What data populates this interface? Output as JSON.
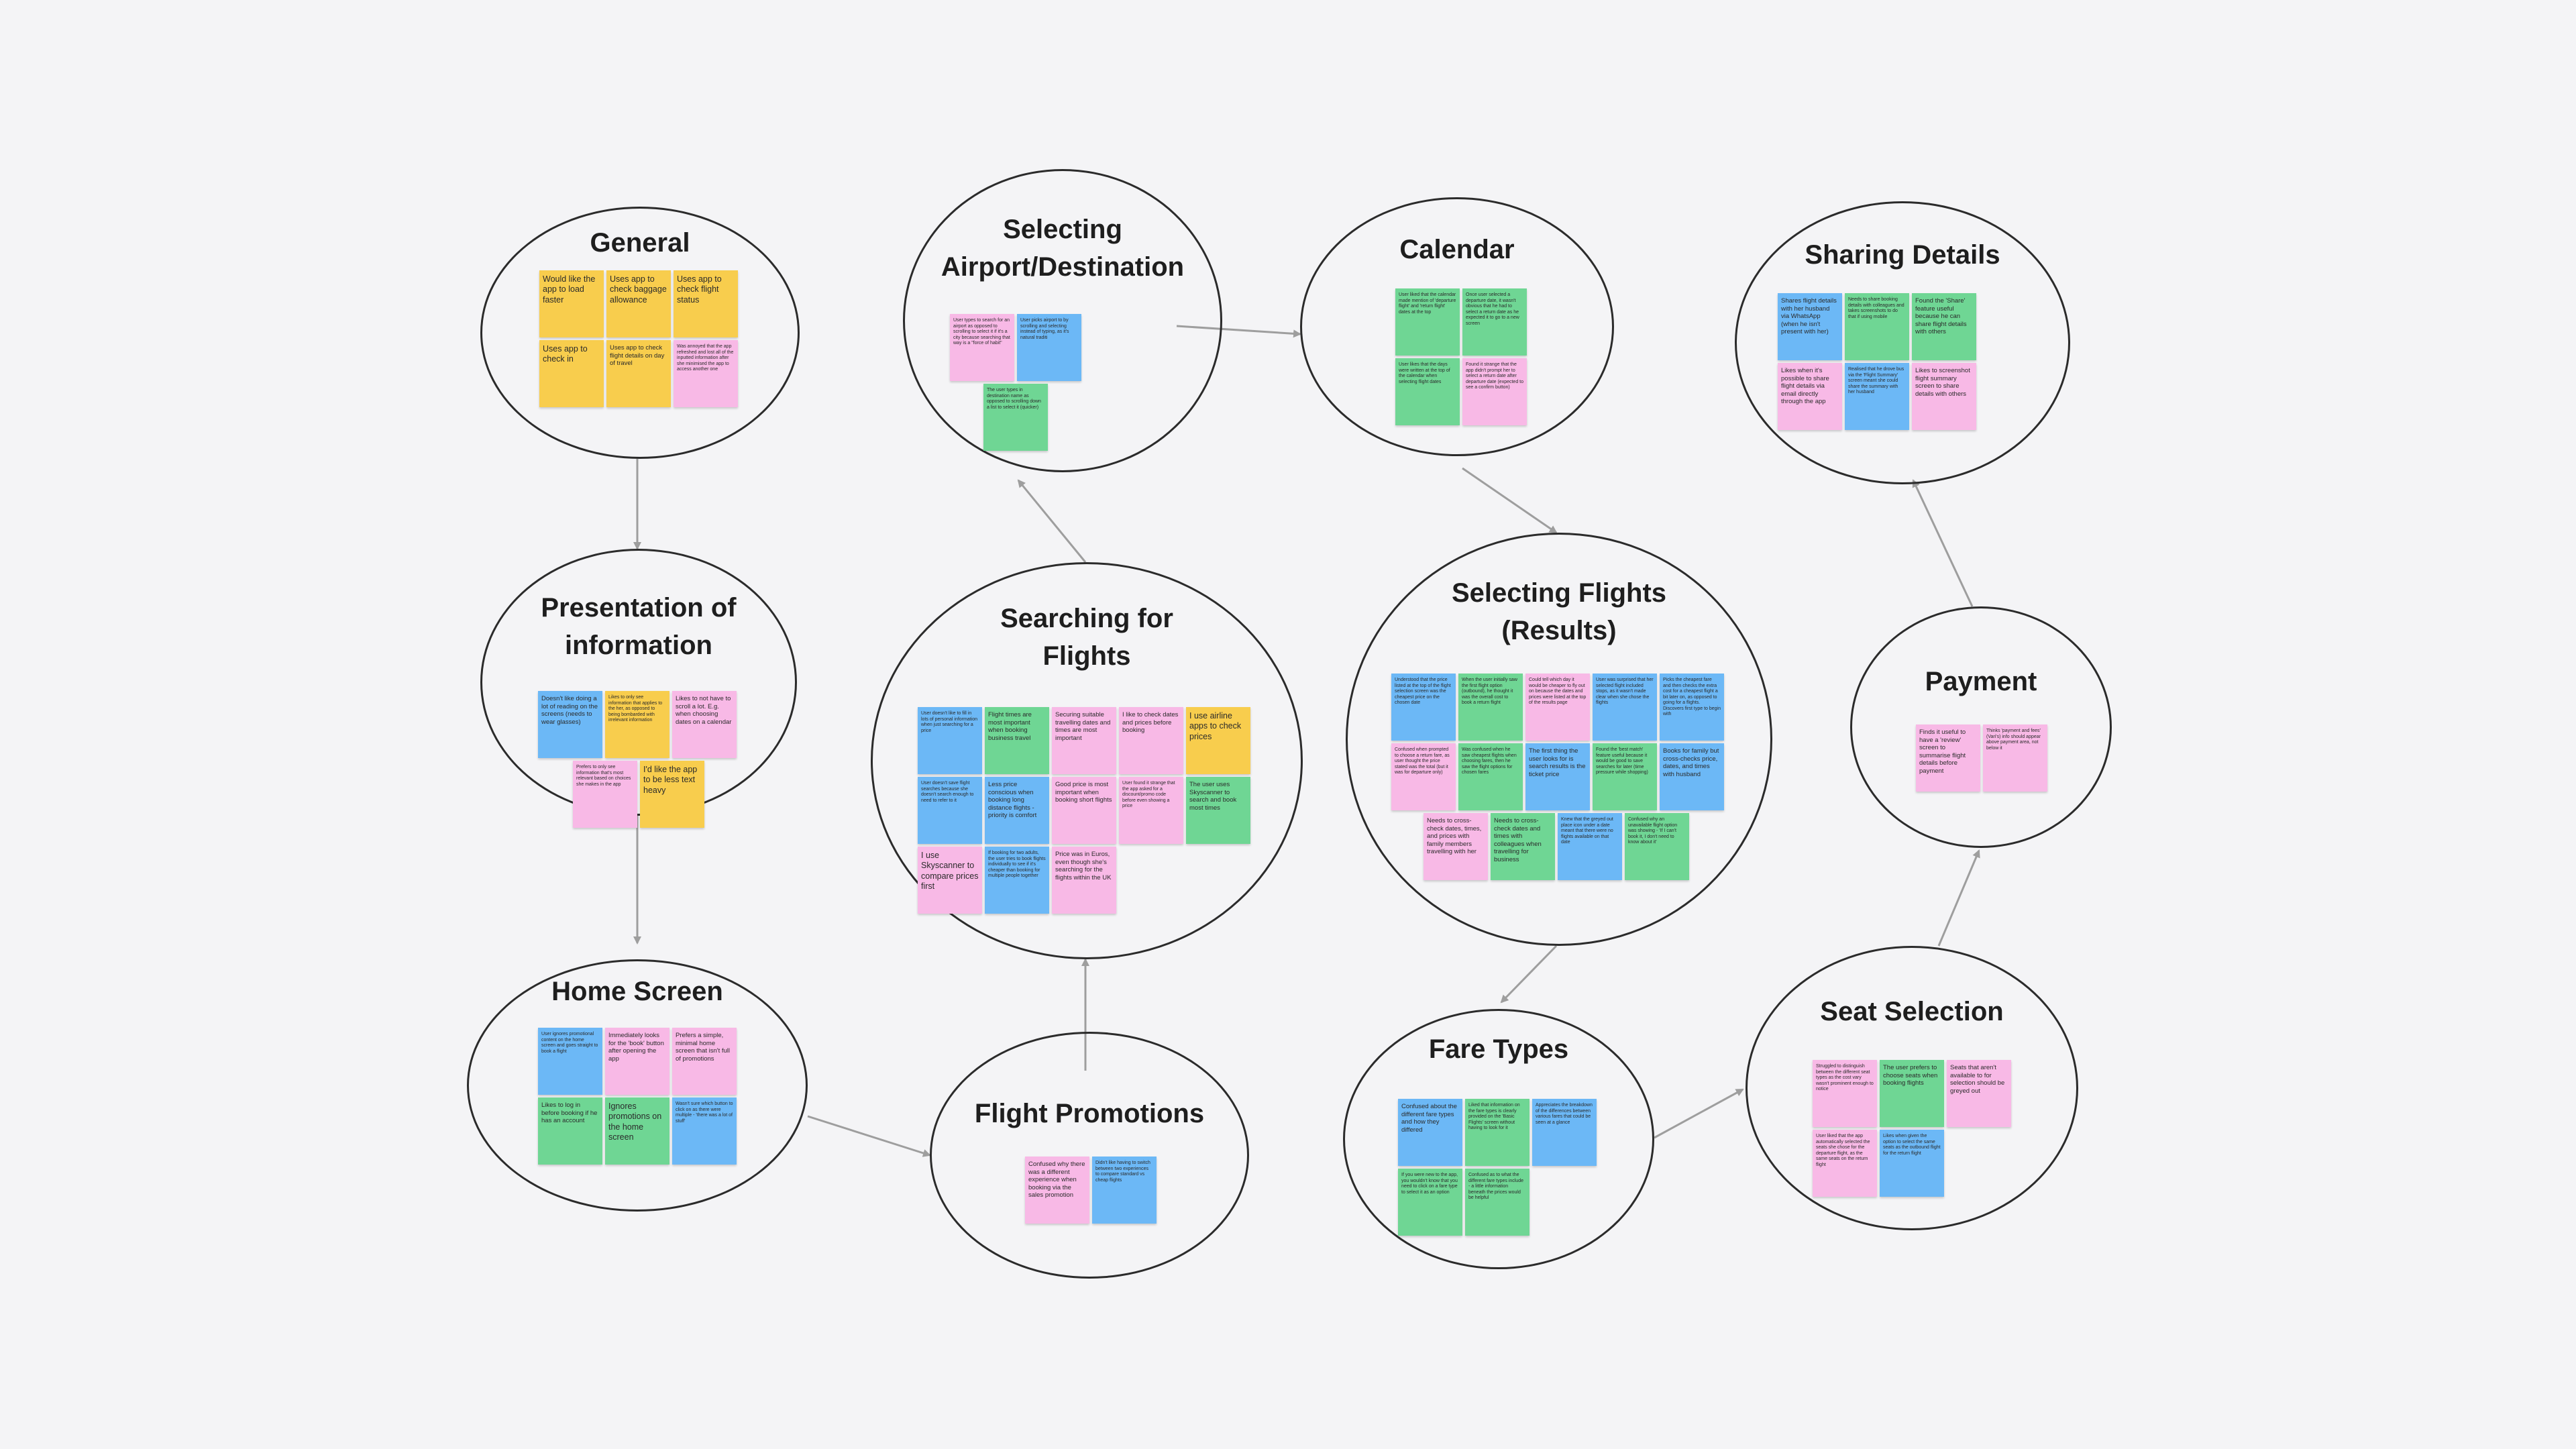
{
  "colors": {
    "background": "#f4f4f6",
    "outline": "#2b2b2b",
    "arrow": "#9e9e9e",
    "sticky_blue": "#6cb8f6",
    "sticky_yellow": "#f8cd4d",
    "sticky_pink": "#f8b9e6",
    "sticky_green": "#6fd694"
  },
  "clusters": [
    {
      "id": "general",
      "title_lines": [
        "General"
      ],
      "notes": [
        {
          "text": "Would like the app to load faster",
          "color": "yellow"
        },
        {
          "text": "Uses app to check baggage allowance",
          "color": "yellow"
        },
        {
          "text": "Uses app to check flight status",
          "color": "yellow"
        },
        {
          "text": "Uses app to check in",
          "color": "yellow"
        },
        {
          "text": "Uses app to check flight details on day of travel",
          "color": "yellow"
        },
        {
          "text": "Was annoyed that the app refreshed and lost all of the inputted information after she minimised the app to access another one",
          "color": "pink"
        }
      ]
    },
    {
      "id": "presentation",
      "title_lines": [
        "Presentation of",
        "information"
      ],
      "notes": [
        {
          "text": "Doesn't like doing a lot of reading on the screens (needs to wear glasses)",
          "color": "blue"
        },
        {
          "text": "Likes to only see information that applies to the her, as opposed to being bombarded with irrelevant information",
          "color": "yellow"
        },
        {
          "text": "Likes to not have to scroll a lot. E.g. when choosing dates on a calendar",
          "color": "pink"
        },
        {
          "text": "Prefers to only see information that's most relevant based on choices she makes in the app",
          "color": "pink"
        },
        {
          "text": "I'd like the app to be less text heavy",
          "color": "yellow"
        }
      ]
    },
    {
      "id": "home",
      "title_lines": [
        "Home Screen"
      ],
      "notes": [
        {
          "text": "User ignores promotional content on the home screen and goes straight to book a flight",
          "color": "blue"
        },
        {
          "text": "Immediately looks for the 'book' button after opening the app",
          "color": "pink"
        },
        {
          "text": "Prefers a simple, minimal home screen that isn't full of promotions",
          "color": "pink"
        },
        {
          "text": "Likes to log in before booking if he has an account",
          "color": "green"
        },
        {
          "text": "Ignores promotions on the home screen",
          "color": "green"
        },
        {
          "text": "Wasn't sure which button to click on as there were multiple - 'there was a lot of stuff'",
          "color": "blue"
        }
      ]
    },
    {
      "id": "airport",
      "title_lines": [
        "Selecting",
        "Airport/Destination"
      ],
      "notes": [
        {
          "text": "User types to search for an airport as opposed to scrolling to select it if it's a city because searching that way is a \"force of habit\"",
          "color": "pink"
        },
        {
          "text": "User picks airport to by scrolling and selecting instead of typing, as it's natural traditi",
          "color": "blue"
        },
        {
          "text": "The user types in destination name as opposed to scrolling down a list to select it (quicker)",
          "color": "green"
        }
      ]
    },
    {
      "id": "searching",
      "title_lines": [
        "Searching for",
        "Flights"
      ],
      "notes": [
        {
          "text": "User doesn't like to fill in lots of personal information when just searching for a price",
          "color": "blue"
        },
        {
          "text": "Flight times are most important when booking business travel",
          "color": "green"
        },
        {
          "text": "Securing suitable travelling dates and times are most important",
          "color": "pink"
        },
        {
          "text": "I like to check dates and prices before booking",
          "color": "pink"
        },
        {
          "text": "I use airline apps to check prices",
          "color": "yellow"
        },
        {
          "text": "User doesn't save flight searches because she doesn't search enough to need to refer to it",
          "color": "blue"
        },
        {
          "text": "Less price conscious when booking long distance flights - priority is comfort",
          "color": "blue"
        },
        {
          "text": "Good price is most important when booking short flights",
          "color": "pink"
        },
        {
          "text": "User found it strange that the app asked for a discount/promo code before even showing a price",
          "color": "pink"
        },
        {
          "text": "The user uses Skyscanner to search and book most times",
          "color": "green"
        },
        {
          "text": "I use Skyscanner to compare prices first",
          "color": "pink"
        },
        {
          "text": "If booking for two adults, the user tries to book flights individually to see if it's cheaper than booking for multiple people together",
          "color": "blue"
        },
        {
          "text": "Price was in Euros, even though she's searching for the flights within the UK",
          "color": "pink"
        }
      ]
    },
    {
      "id": "promotions",
      "title_lines": [
        "Flight Promotions"
      ],
      "notes": [
        {
          "text": "Confused why there was a different experience when booking via the sales promotion",
          "color": "pink"
        },
        {
          "text": "Didn't like having to switch between two experiences to compare standard vs cheap flights",
          "color": "blue"
        }
      ]
    },
    {
      "id": "calendar",
      "title_lines": [
        "Calendar"
      ],
      "notes": [
        {
          "text": "User liked that the calendar made mention of 'departure flight' and 'return flight' dates at the top",
          "color": "green"
        },
        {
          "text": "Once user selected a departure date, it wasn't obvious that he had to select a return date as he expected it to go to a new screen",
          "color": "green"
        },
        {
          "text": "User likes that the days were written at the top of the calendar when selecting flight dates",
          "color": "green"
        },
        {
          "text": "Found it strange that the app didn't prompt her to select a return date after departure date (expected to see a confirm button)",
          "color": "pink"
        }
      ]
    },
    {
      "id": "results",
      "title_lines": [
        "Selecting Flights",
        "(Results)"
      ],
      "notes": [
        {
          "text": "Understood that the price listed at the top of the flight selection screen was the cheapest price on the chosen date",
          "color": "blue"
        },
        {
          "text": "When the user initially saw the first flight option (outbound), he thought it was the overall cost to book a return flight",
          "color": "green"
        },
        {
          "text": "Could tell which day it would be cheaper to fly out on because the dates and prices were listed at the top of the results page",
          "color": "pink"
        },
        {
          "text": "User was surprised that her selected flight included stops, as it wasn't made clear when she chose the flights",
          "color": "blue"
        },
        {
          "text": "Picks the cheapest fare and then checks the extra cost for a cheapest flight a bit later on, as opposed to going for a flights. Discovers first type to begin with",
          "color": "blue"
        },
        {
          "text": "Confused when prompted to choose a return fare, as user thought the price stated was the total (but it was for departure only)",
          "color": "pink"
        },
        {
          "text": "Was confused when he saw cheapest flights when choosing fares, then he saw the flight options for chosen fares",
          "color": "green"
        },
        {
          "text": "The first thing the user looks for is search results is the ticket price",
          "color": "blue"
        },
        {
          "text": "Found the 'best match' feature useful because it would be good to save searches for later (time pressure while shopping)",
          "color": "green"
        },
        {
          "text": "Books for family but cross-checks price, dates, and times with husband",
          "color": "blue"
        },
        {
          "text": "Needs to cross-check dates, times, and prices with family members travelling with her",
          "color": "pink"
        },
        {
          "text": "Needs to cross-check dates and times with colleagues when travelling for business",
          "color": "green"
        },
        {
          "text": "Knew that the greyed out place icon under a date meant that there were no flights available on that date",
          "color": "blue"
        },
        {
          "text": "Confused why an unavailable flight option was showing - 'If I can't book it, I don't need to know about it'",
          "color": "green"
        }
      ]
    },
    {
      "id": "fare",
      "title_lines": [
        "Fare Types"
      ],
      "notes": [
        {
          "text": "Confused about the different fare types and how they differed",
          "color": "blue"
        },
        {
          "text": "Liked that information on the fare types is clearly provided on the 'Basic Flights' screen without having to look for it",
          "color": "green"
        },
        {
          "text": "Appreciates the breakdown of the differences between various fares that could be seen at a glance",
          "color": "blue"
        },
        {
          "text": "If you were new to the app, you wouldn't know that you need to click on a fare type to select it as an option",
          "color": "green"
        },
        {
          "text": "Confused as to what the different fare types include - a little information beneath the prices would be helpful",
          "color": "green"
        }
      ]
    },
    {
      "id": "sharing",
      "title_lines": [
        "Sharing Details"
      ],
      "notes": [
        {
          "text": "Shares flight details with her husband via WhatsApp (when he isn't present with her)",
          "color": "blue"
        },
        {
          "text": "Needs to share booking details with colleagues and takes screenshots to do that if using mobile",
          "color": "green"
        },
        {
          "text": "Found the 'Share' feature useful because he can share flight details with others",
          "color": "green"
        },
        {
          "text": "Likes when it's possible to share flight details via email directly through the app",
          "color": "pink"
        },
        {
          "text": "Realised that he drove bus via the 'Flight Summary' screen meant she could share the summary with her husband",
          "color": "blue"
        },
        {
          "text": "Likes to screenshot flight summary screen to share details with others",
          "color": "pink"
        }
      ]
    },
    {
      "id": "payment",
      "title_lines": [
        "Payment"
      ],
      "notes": [
        {
          "text": "Finds it useful to have a 'review' screen to summarise flight details before payment",
          "color": "pink"
        },
        {
          "text": "Thinks 'payment and fees' (Vari's) info should appear above payment area, not below it",
          "color": "pink"
        }
      ]
    },
    {
      "id": "seat",
      "title_lines": [
        "Seat Selection"
      ],
      "notes": [
        {
          "text": "Struggled to distinguish between the different seat types as the cost vary wasn't prominent enough to notice",
          "color": "pink"
        },
        {
          "text": "The user prefers to choose seats when booking flights",
          "color": "green"
        },
        {
          "text": "Seats that aren't available to for selection should be greyed out",
          "color": "pink"
        },
        {
          "text": "User liked that the app automatically selected the seats she chose for the departure flight, as the same seats on the return flight",
          "color": "pink"
        },
        {
          "text": "Likes when given the option to select the same seats as the outbound flight for the return flight",
          "color": "blue"
        }
      ]
    }
  ]
}
